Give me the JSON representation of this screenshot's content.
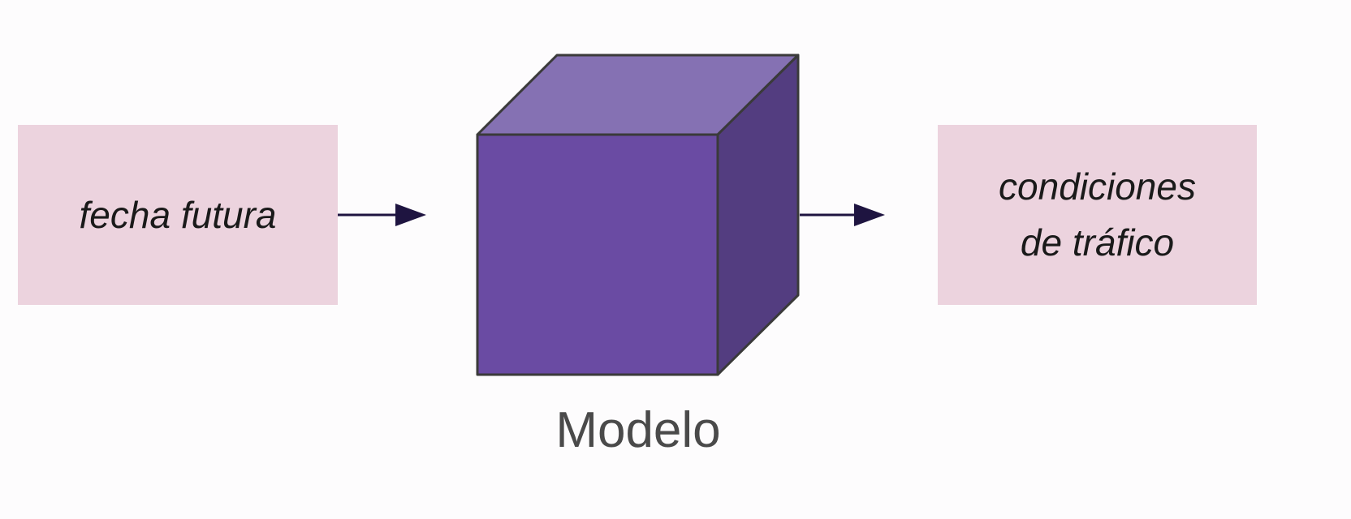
{
  "input": {
    "label": "fecha futura"
  },
  "model": {
    "label": "Modelo"
  },
  "output": {
    "label_line1": "condiciones",
    "label_line2": "de tráfico"
  },
  "colors": {
    "box": "#ecd3de",
    "cube_front": "#6a4ba3",
    "cube_top": "#8571b3",
    "cube_side": "#533d80",
    "arrow": "#1e1440"
  }
}
